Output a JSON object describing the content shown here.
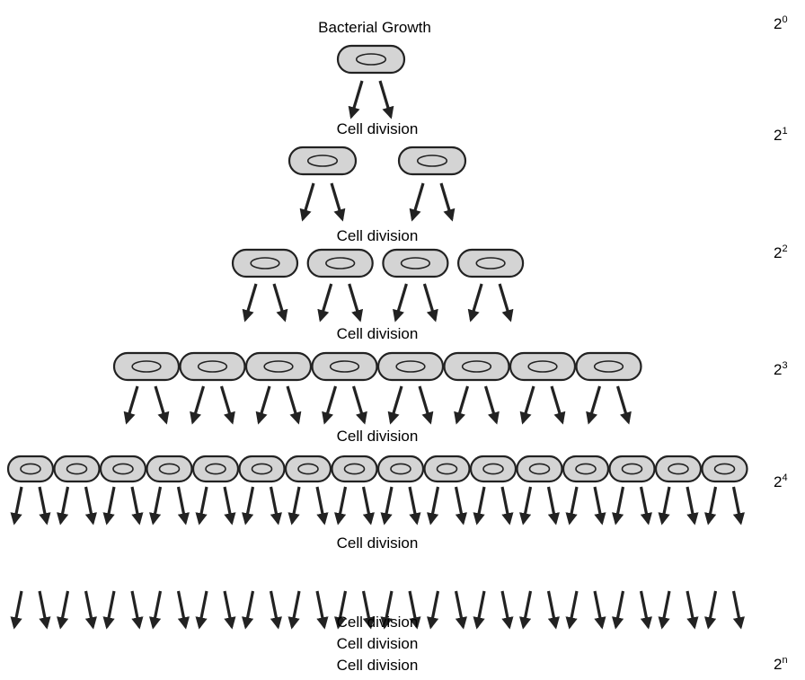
{
  "title": "Bacterial Growth",
  "division_label": "Cell division",
  "powers": [
    {
      "base": "2",
      "exp": "0"
    },
    {
      "base": "2",
      "exp": "1"
    },
    {
      "base": "2",
      "exp": "2"
    },
    {
      "base": "2",
      "exp": "3"
    },
    {
      "base": "2",
      "exp": "4"
    },
    {
      "base": "2",
      "exp": "n"
    }
  ],
  "generations": [
    1,
    2,
    4,
    8,
    16
  ],
  "trailing_division_labels": [
    "Cell division",
    "Cell division",
    "Cell division"
  ],
  "colors": {
    "cell_fill": "#d4d4d4",
    "cell_stroke": "#222222",
    "arrow": "#222222"
  }
}
